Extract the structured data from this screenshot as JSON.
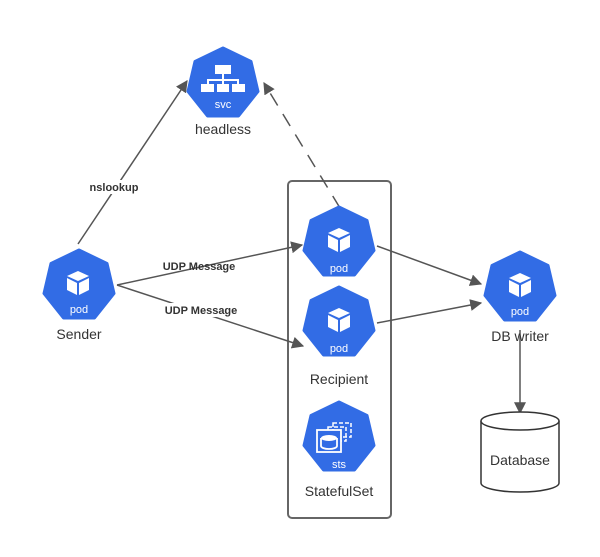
{
  "colors": {
    "k8s_blue": "#326CE5",
    "edge": "#555555",
    "text": "#333333",
    "box": "#666666"
  },
  "nodes": {
    "headless": {
      "icon_text": "svc",
      "label": "headless",
      "icon": "service-icon"
    },
    "sender": {
      "icon_text": "pod",
      "label": "Sender",
      "icon": "pod-icon"
    },
    "recipient_pod_1": {
      "icon_text": "pod",
      "icon": "pod-icon"
    },
    "recipient_pod_2": {
      "icon_text": "pod",
      "icon": "pod-icon"
    },
    "recipient": {
      "label": "Recipient"
    },
    "statefulset": {
      "icon_text": "sts",
      "label": "StatefulSet",
      "icon": "statefulset-icon"
    },
    "db_writer": {
      "icon_text": "pod",
      "label": "DB writer",
      "icon": "pod-icon"
    },
    "database": {
      "label": "Database"
    }
  },
  "edges": [
    {
      "from": "Sender",
      "to": "headless",
      "label": "nslookup",
      "style": "solid"
    },
    {
      "from": "Recipient pod 1",
      "to": "headless",
      "label": "",
      "style": "dashed"
    },
    {
      "from": "Sender",
      "to": "Recipient pod 1",
      "label": "UDP Message",
      "style": "solid"
    },
    {
      "from": "Sender",
      "to": "Recipient pod 2",
      "label": "UDP Message",
      "style": "solid"
    },
    {
      "from": "Recipient pod 1",
      "to": "DB writer",
      "label": "",
      "style": "solid"
    },
    {
      "from": "Recipient pod 2",
      "to": "DB writer",
      "label": "",
      "style": "solid"
    },
    {
      "from": "DB writer",
      "to": "Database",
      "label": "",
      "style": "solid"
    }
  ]
}
